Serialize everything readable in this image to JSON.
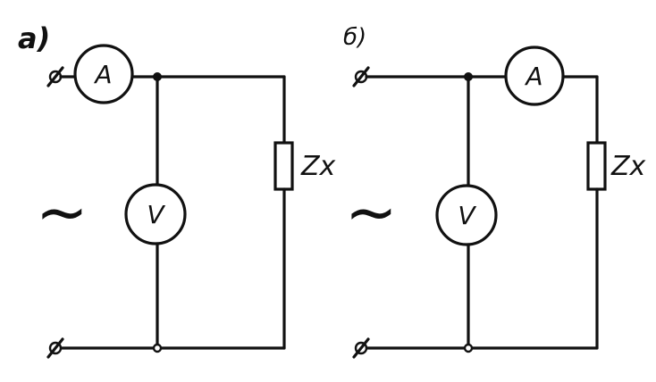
{
  "panels": {
    "a": {
      "label": "а)",
      "ammeter_label": "A",
      "voltmeter_label": "V",
      "load_label": "Zx",
      "source_symbol": "~"
    },
    "b": {
      "label": "б)",
      "ammeter_label": "A",
      "voltmeter_label": "V",
      "load_label": "Zx",
      "source_symbol": "~"
    }
  }
}
